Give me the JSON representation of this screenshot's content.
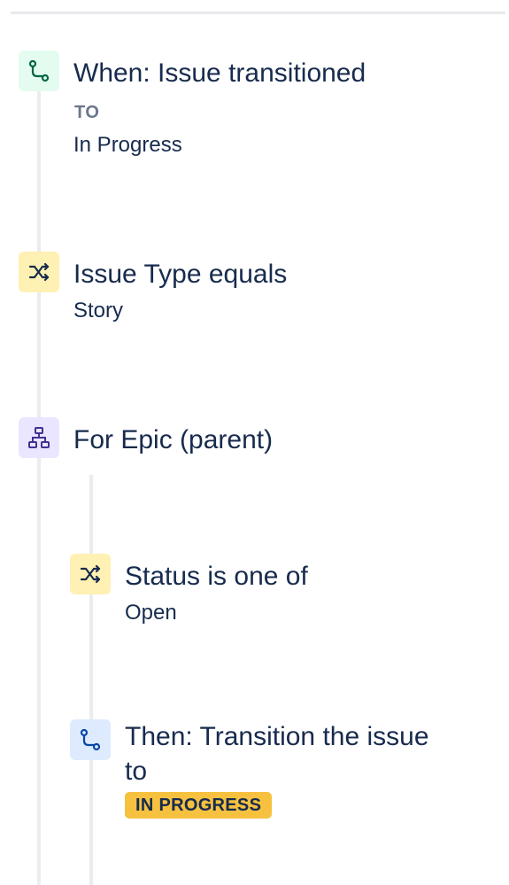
{
  "rule": {
    "trigger": {
      "title": "When: Issue transitioned",
      "to_label": "TO",
      "value": "In Progress",
      "icon": "transition-icon",
      "icon_bg": "#e3fcef",
      "icon_color": "#006644"
    },
    "condition": {
      "title": "Issue Type equals",
      "value": "Story",
      "icon": "condition-shuffle-icon",
      "icon_bg": "#fff0b3",
      "icon_color": "#172b4d"
    },
    "branch": {
      "title": "For Epic (parent)",
      "icon": "branch-hierarchy-icon",
      "icon_bg": "#eae6ff",
      "icon_color": "#403294",
      "children": {
        "condition": {
          "title": "Status is one of",
          "value": "Open",
          "icon": "condition-shuffle-icon",
          "icon_bg": "#fff0b3",
          "icon_color": "#172b4d"
        },
        "action": {
          "title_line1": "Then: Transition the issue",
          "title_line2": "to",
          "status": "IN PROGRESS",
          "icon": "transition-icon",
          "icon_bg": "#deebff",
          "icon_color": "#0747a6",
          "status_color": "#f5c13f"
        }
      }
    }
  }
}
